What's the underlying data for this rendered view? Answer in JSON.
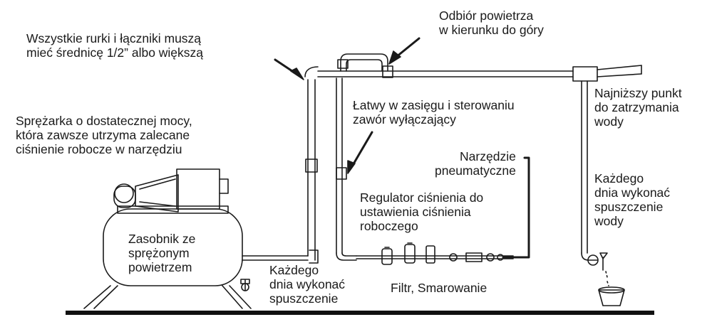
{
  "labels": {
    "pipes_note": [
      "Wszystkie rurki i łączniki muszą",
      "mieć średnicę 1/2” albo większą"
    ],
    "air_take_off": [
      "Odbiór powietrza",
      "w kierunku do góry"
    ],
    "compressor": [
      "Sprężarka o dostatecznej mocy,",
      "która zawsze utrzyma zalecane",
      "ciśnienie robocze w narzędziu"
    ],
    "shutoff_valve": [
      "Łatwy w zasięgu i sterowaniu",
      "zawór wyłączający"
    ],
    "lowest_point": [
      "Najniższy punkt",
      "do zatrzymania",
      "wody"
    ],
    "pneumatic_tool": [
      "Narzędzie",
      "pneumatyczne"
    ],
    "drain_daily_right": [
      "Każdego",
      "dnia wykonać",
      "spuszczenie",
      "wody"
    ],
    "pressure_regulator": [
      "Regulator ciśnienia do",
      "ustawienia ciśnienia",
      "roboczego"
    ],
    "tank": [
      "Zasobnik ze",
      "sprężonym",
      "powietrzem"
    ],
    "drain_daily_bottom": [
      "Każdego",
      "dnia wykonać",
      "spuszczenie"
    ],
    "filter_lubrication": "Filtr, Smarowanie"
  },
  "colors": {
    "ink": "#1a1a1a",
    "floor": "#111111",
    "background": "#ffffff"
  }
}
